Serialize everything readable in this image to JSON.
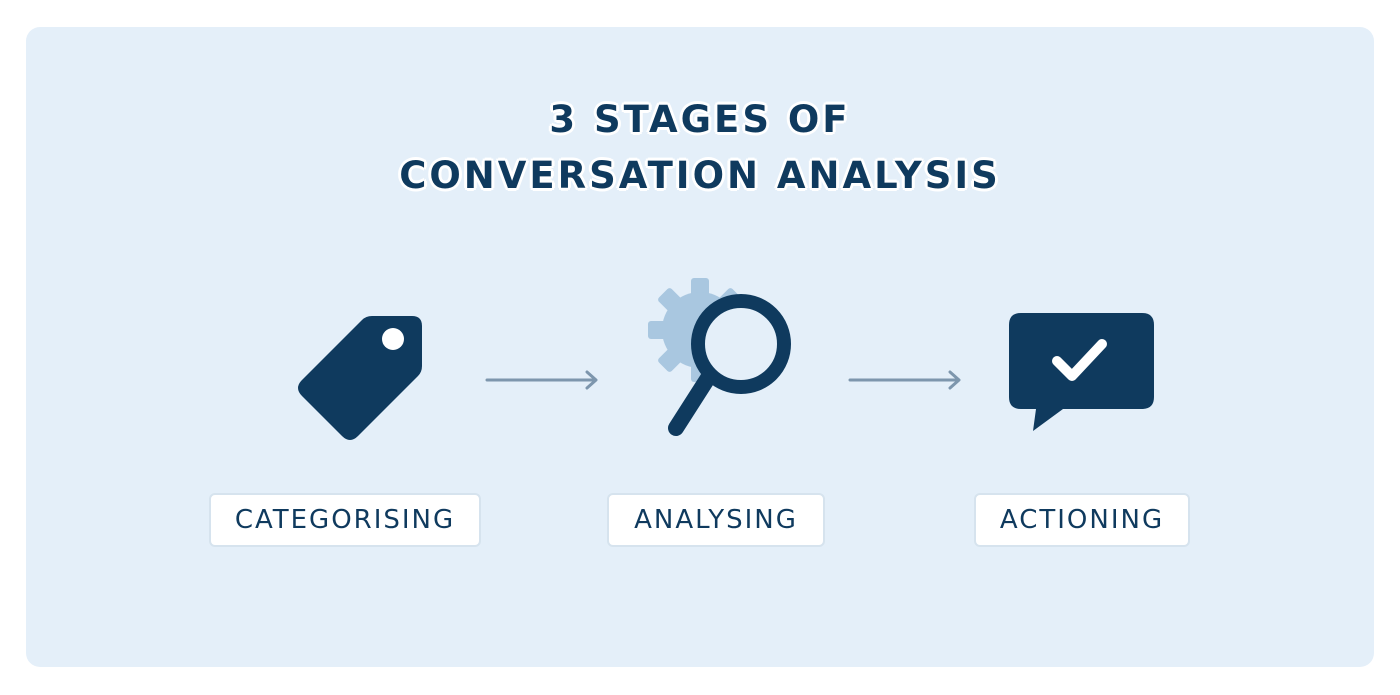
{
  "title": {
    "line1": "3 STAGES OF",
    "line2": "CONVERSATION ANALYSIS"
  },
  "stages": [
    {
      "label": "CATEGORISING",
      "icon": "tag-icon"
    },
    {
      "label": "ANALYSING",
      "icon": "magnifier-gear-icon"
    },
    {
      "label": "ACTIONING",
      "icon": "chat-check-icon"
    }
  ],
  "colors": {
    "background": "#e4eff9",
    "primary": "#0f3a5e",
    "gear": "#a9c7e0",
    "arrow": "#7d96ad",
    "label_bg": "#ffffff"
  }
}
